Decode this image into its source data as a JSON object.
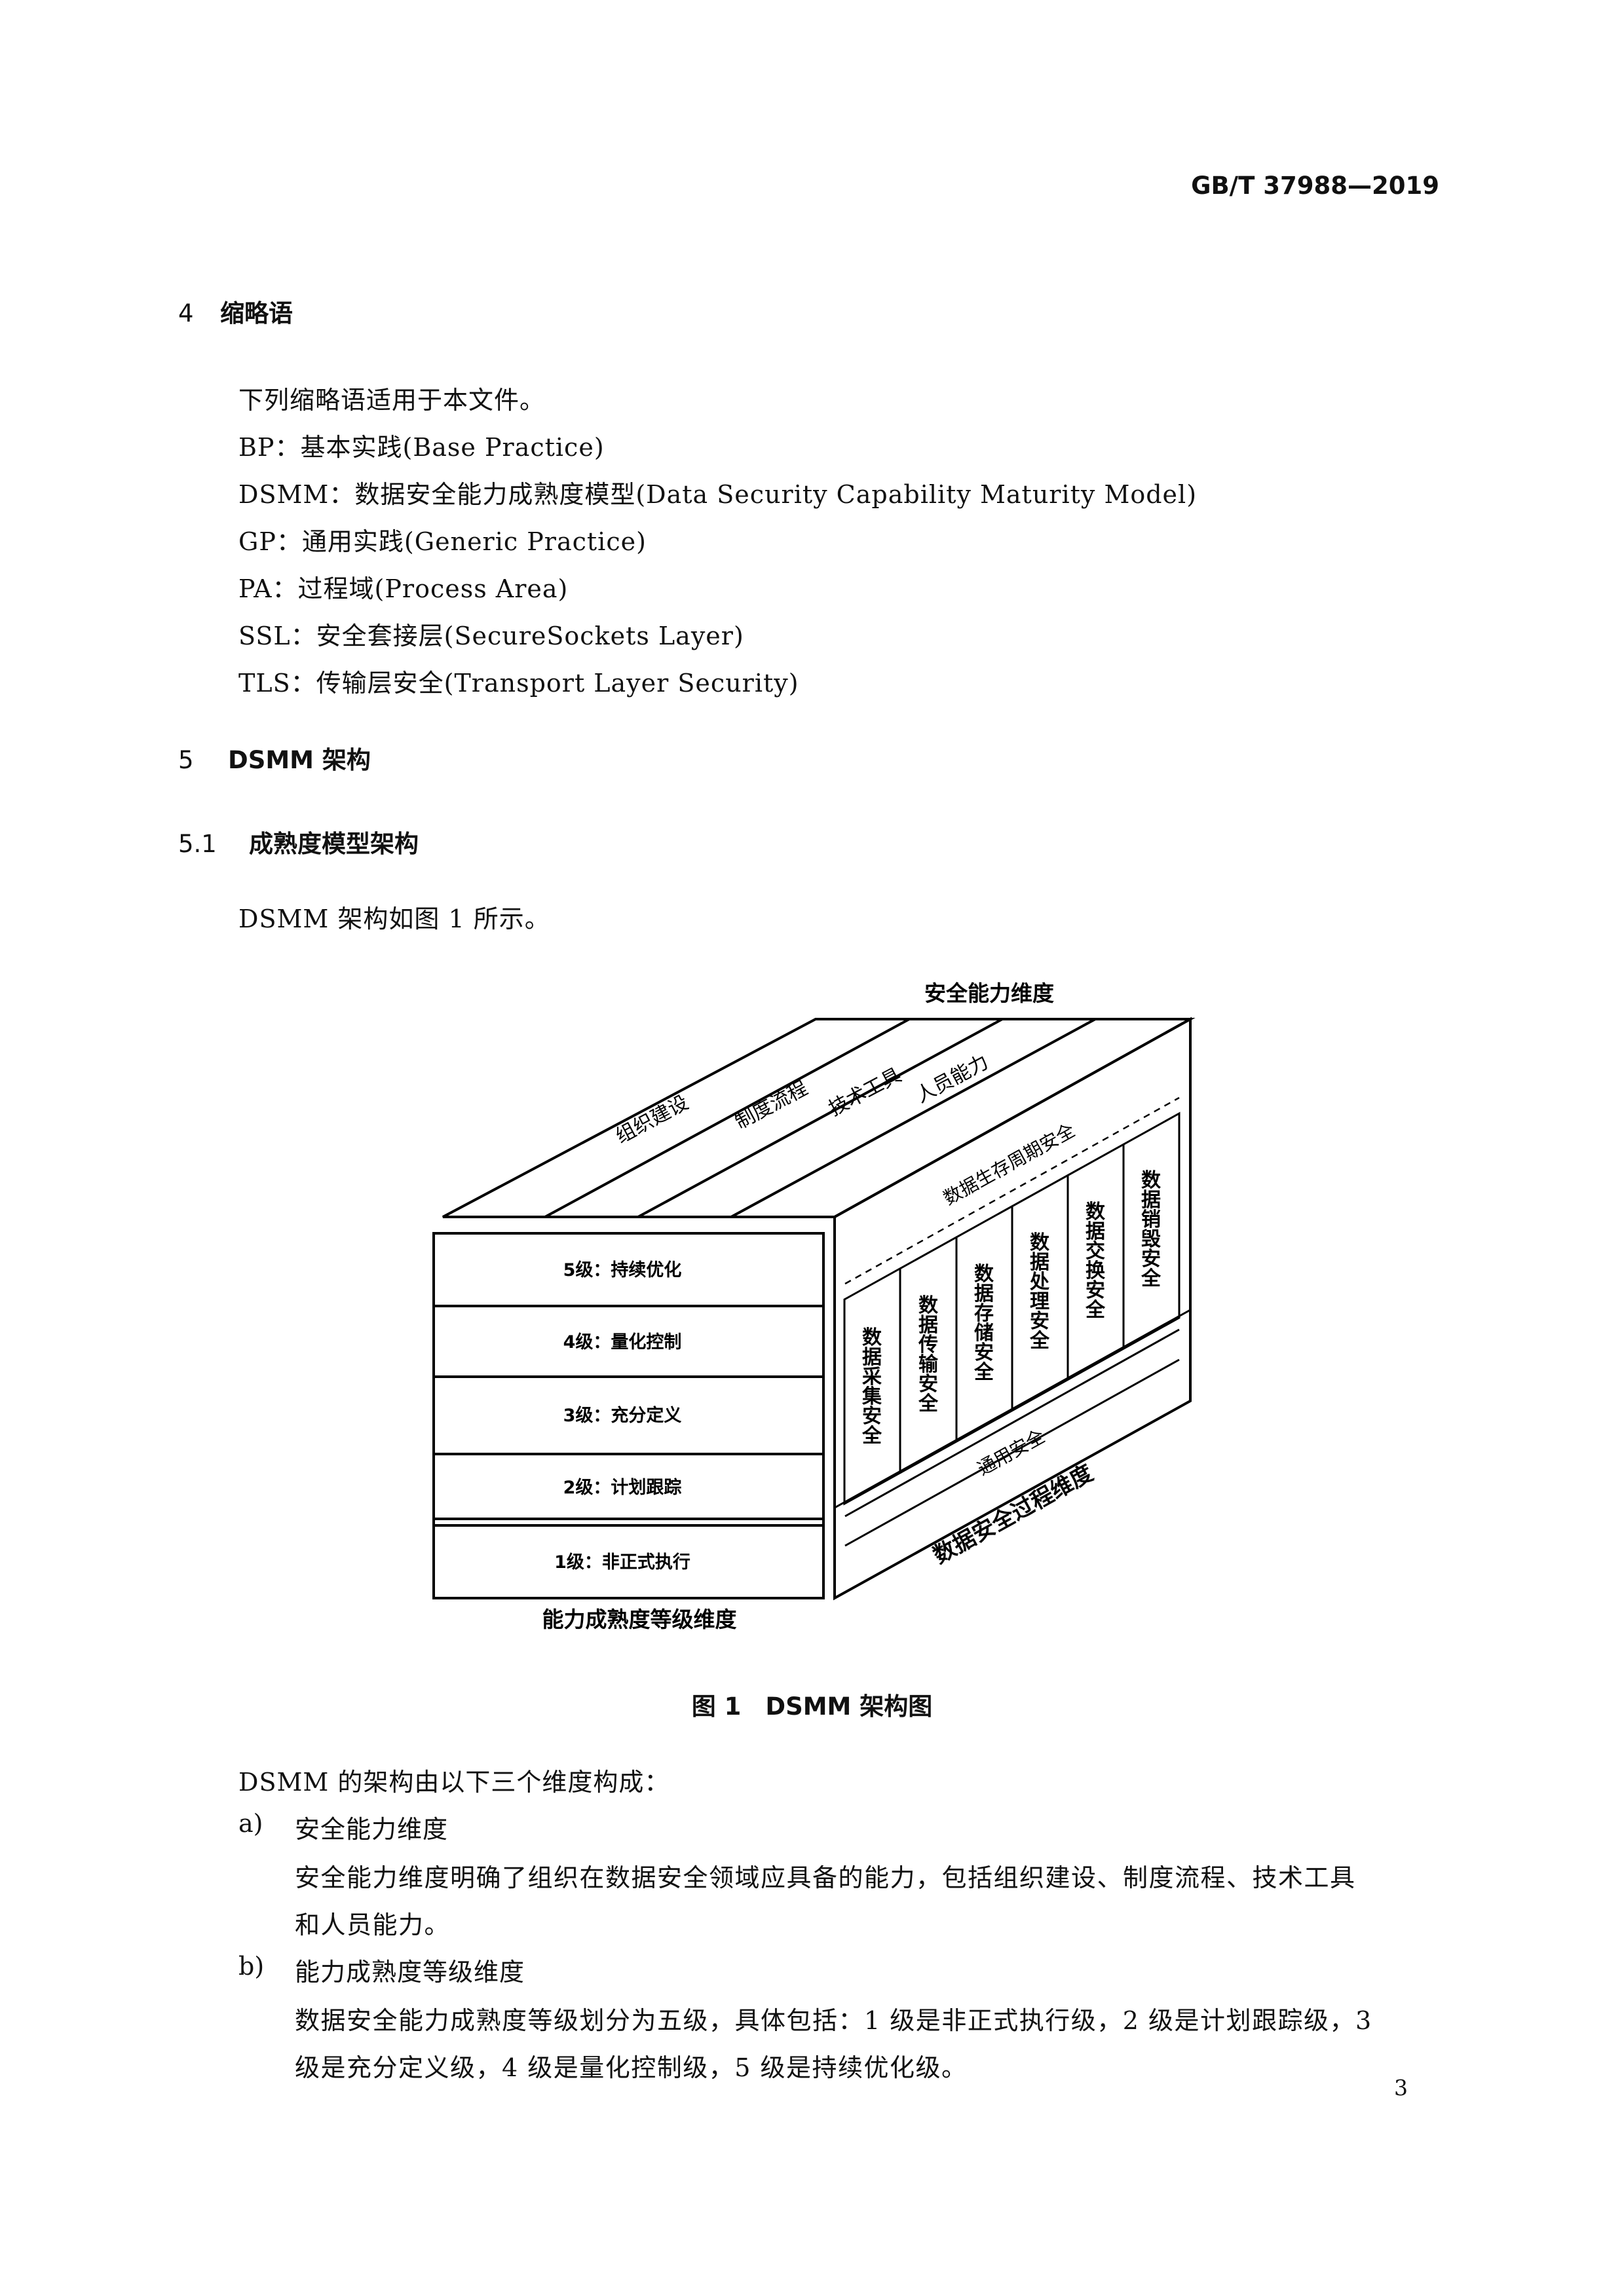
{
  "header": {
    "standard_number": "GB/T 37988—2019"
  },
  "section4": {
    "number": "4",
    "title": "缩略语",
    "intro": "下列缩略语适用于本文件。",
    "abbreviations": [
      "BP：基本实践(Base Practice)",
      "DSMM：数据安全能力成熟度模型(Data Security Capability Maturity Model)",
      "GP：通用实践(Generic Practice)",
      "PA：过程域(Process Area)",
      "SSL：安全套接层(SecureSockets Layer)",
      "TLS：传输层安全(Transport Layer Security)"
    ]
  },
  "section5": {
    "number": "5",
    "title": "DSMM 架构",
    "sub": {
      "number": "5.1",
      "title": "成熟度模型架构"
    },
    "intro": "DSMM 架构如图 1 所示。"
  },
  "figure": {
    "top_dimension": "安全能力维度",
    "top_items": [
      "组织建设",
      "制度流程",
      "技术工具",
      "人员能力"
    ],
    "levels": [
      "5级：持续优化",
      "4级：量化控制",
      "3级：充分定义",
      "2级：计划跟踪",
      "1级：非正式执行"
    ],
    "left_dimension": "能力成熟度等级维度",
    "lifecycle_label": "数据生存周期安全",
    "lifecycle_items": [
      "数据采集安全",
      "数据传输安全",
      "数据存储安全",
      "数据处理安全",
      "数据交换安全",
      "数据销毁安全"
    ],
    "general_label": "通用安全",
    "right_dimension": "数据安全过程维度",
    "caption": "图 1　DSMM 架构图"
  },
  "dimensions_text": {
    "intro": "DSMM 的架构由以下三个维度构成：",
    "items": [
      {
        "marker": "a)",
        "title": "安全能力维度",
        "body": [
          "安全能力维度明确了组织在数据安全领域应具备的能力，包括组织建设、制度流程、技术工具",
          "和人员能力。"
        ]
      },
      {
        "marker": "b)",
        "title": "能力成熟度等级维度",
        "body": [
          "数据安全能力成熟度等级划分为五级，具体包括：1 级是非正式执行级，2 级是计划跟踪级，3",
          "级是充分定义级，4 级是量化控制级，5 级是持续优化级。"
        ]
      }
    ]
  },
  "footer": {
    "page_number": "3"
  }
}
